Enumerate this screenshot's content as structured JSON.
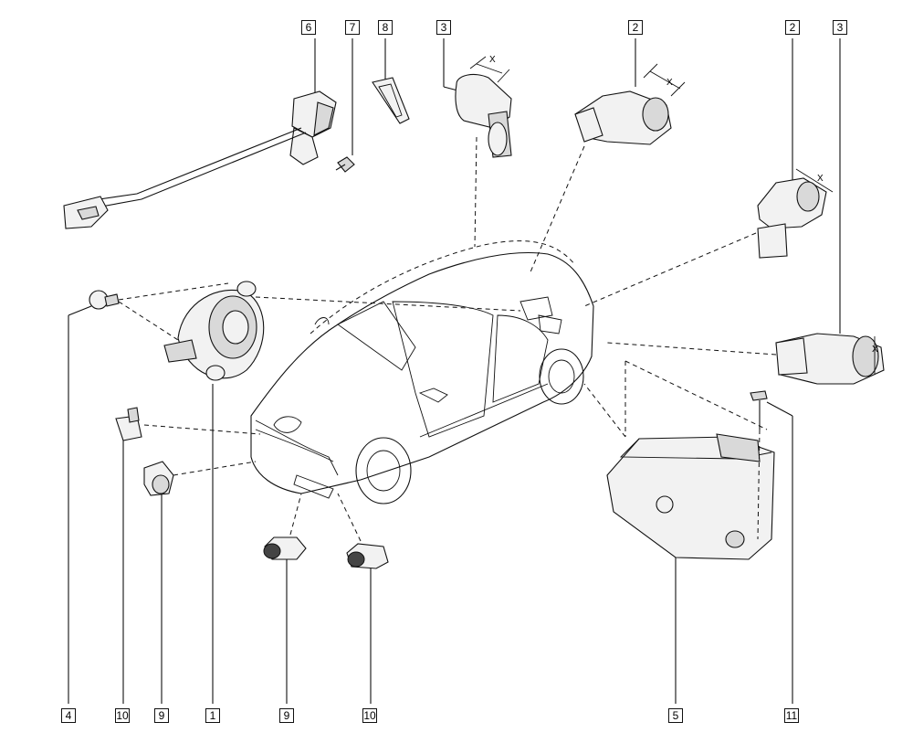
{
  "callouts": {
    "c6": "6",
    "c7": "7",
    "c8": "8",
    "c3a": "3",
    "c2a": "2",
    "c2b": "2",
    "c3b": "3",
    "c4": "4",
    "c10a": "10",
    "c9a": "9",
    "c1": "1",
    "c9b": "9",
    "c10b": "10",
    "c5": "5",
    "c11": "11"
  },
  "dimension_marks": {
    "x_3a": "X",
    "x_2a": "X",
    "x_2b": "X",
    "x_3b": "X"
  }
}
